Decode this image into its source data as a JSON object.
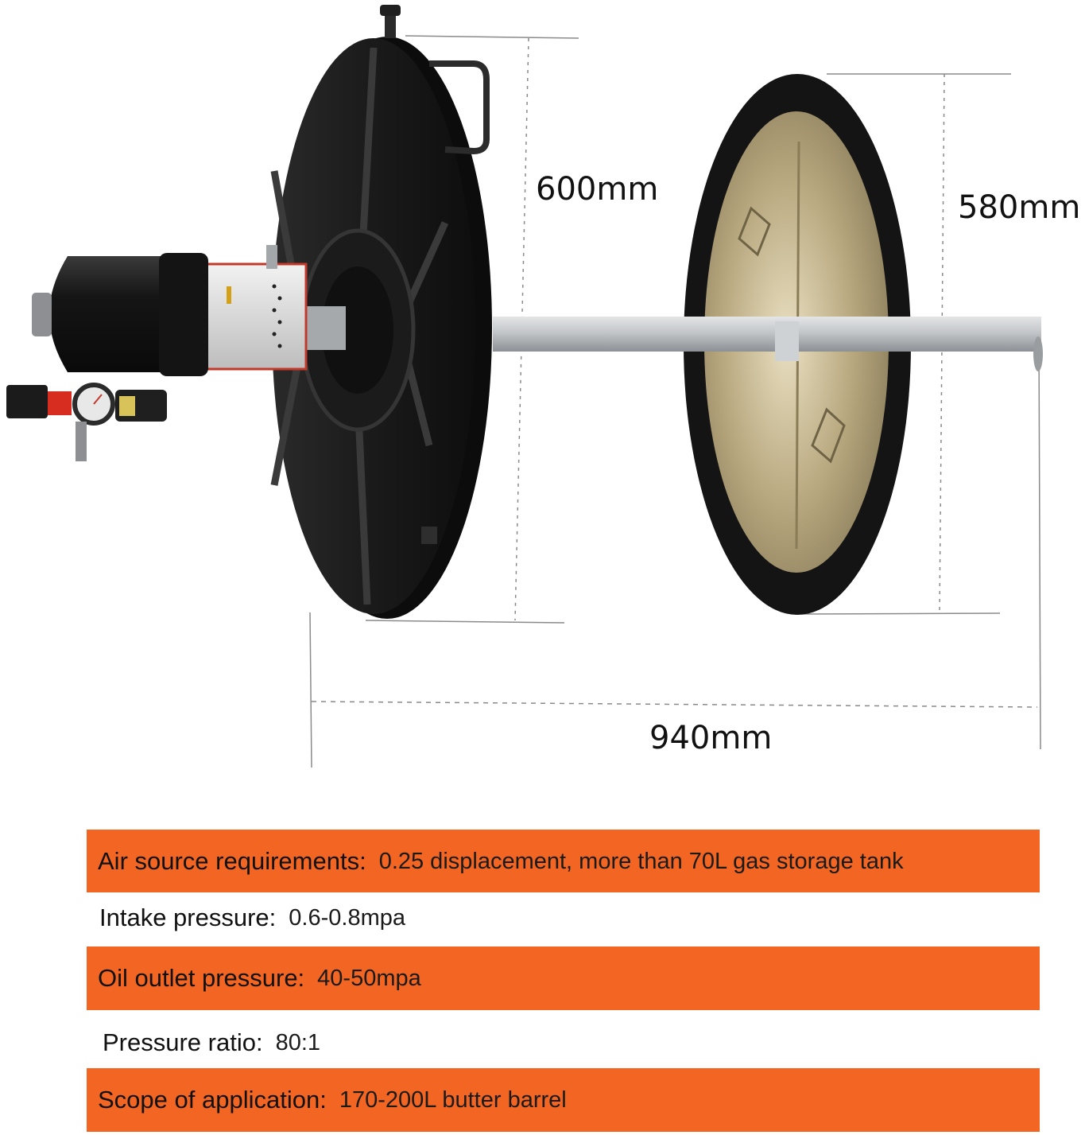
{
  "dimensions": {
    "lid_diameter": "600mm",
    "plate_diameter": "580mm",
    "total_length": "940mm"
  },
  "specs": [
    {
      "label": "Air source requirements:",
      "value": "0.25 displacement, more than 70L gas storage tank",
      "highlight": true
    },
    {
      "label": "Intake pressure:",
      "value": "0.6-0.8mpa",
      "highlight": false
    },
    {
      "label": "Oil outlet pressure:",
      "value": "40-50mpa",
      "highlight": true
    },
    {
      "label": "Pressure ratio:",
      "value": "80:1",
      "highlight": false
    },
    {
      "label": "Scope of application:",
      "value": "170-200L butter barrel",
      "highlight": true
    }
  ],
  "colors": {
    "highlight": "#f26522",
    "lid": "#1c1c1c",
    "plate": "#b3a47c",
    "rod": "#b5b8bb"
  }
}
